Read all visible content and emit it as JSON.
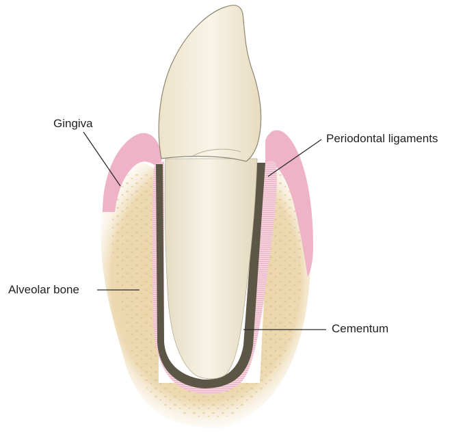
{
  "labels": {
    "gingiva": "Gingiva",
    "periodontal_ligaments": "Periodontal ligaments",
    "alveolar_bone": "Alveolar bone",
    "cementum": "Cementum"
  },
  "colors": {
    "enamel": "#f1ead5",
    "root": "#efe9d6",
    "cementum_line": "#5c5646",
    "ligament": "#f2c7d4",
    "gingiva": "#efb3c7",
    "bone": "#e9d2a4",
    "leader_line": "#2a2a2a"
  }
}
